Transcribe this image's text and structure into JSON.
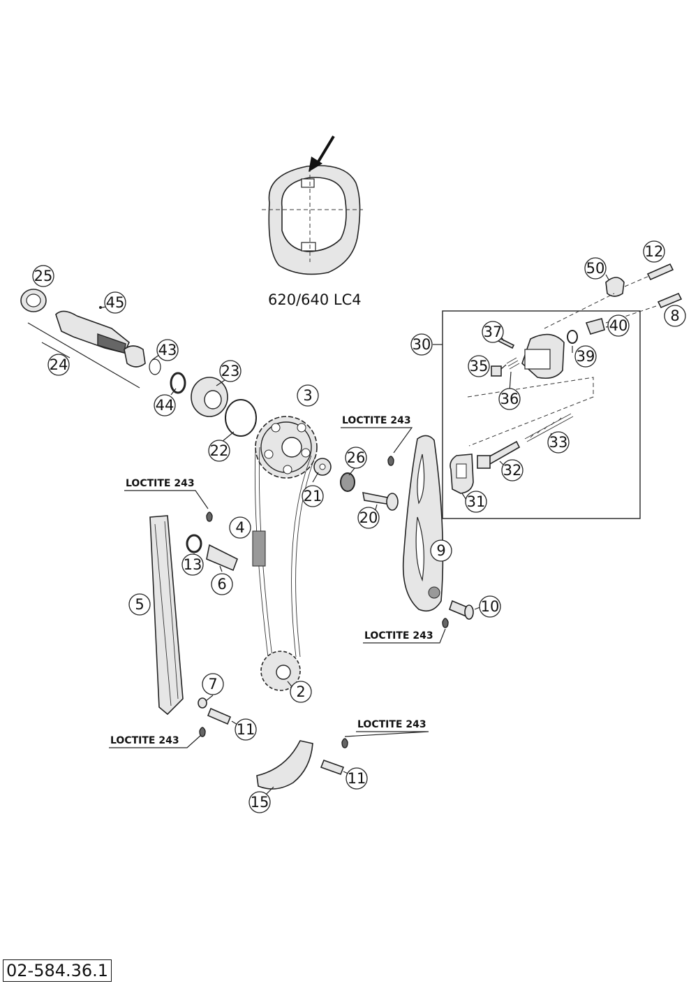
{
  "diagram": {
    "caption": "620/640 LC4",
    "doc_id": "02-584.36.1",
    "loctite_label": "LOCTITE 243",
    "callouts": {
      "c25": "25",
      "c45": "45",
      "c24": "24",
      "c43": "43",
      "c44": "44",
      "c23": "23",
      "c22": "22",
      "c3": "3",
      "c26": "26",
      "c21": "21",
      "c20": "20",
      "c4": "4",
      "c13": "13",
      "c6": "6",
      "c5": "5",
      "c7": "7",
      "c11a": "11",
      "c2": "2",
      "c11b": "11",
      "c15": "15",
      "c9": "9",
      "c10": "10",
      "c12": "12",
      "c50": "50",
      "c8": "8",
      "c40": "40",
      "c30": "30",
      "c37": "37",
      "c35": "35",
      "c36": "36",
      "c39": "39",
      "c33": "33",
      "c32": "32",
      "c31": "31"
    }
  }
}
